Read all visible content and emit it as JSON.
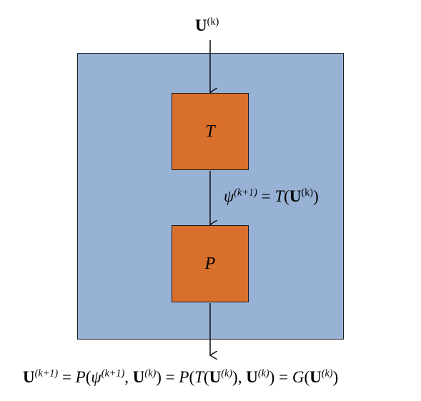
{
  "diagram": {
    "input_label": {
      "bold_symbol": "U",
      "superscript": "(k)"
    },
    "blocks": {
      "t_label": "T",
      "p_label": "P"
    },
    "intermediate_label": {
      "psi": "ψ",
      "psi_sup": "(k+1)",
      "equals": " = ",
      "func": "T",
      "open": "(",
      "bold_symbol": "U",
      "sup": "(k)",
      "close": ")"
    },
    "output_label": {
      "lhs_symbol": "U",
      "lhs_sup": "(k+1)",
      "eq1": " = ",
      "p1": "P",
      "p1_open": "(",
      "psi": "ψ",
      "psi_sup": "(k+1)",
      "comma1": ", ",
      "u1": "U",
      "u1_sup": "(k)",
      "p1_close": ")",
      "eq2": " = ",
      "p2": "P",
      "p2_open": "(",
      "t2": "T",
      "t2_open": "(",
      "u2": "U",
      "u2_sup": "(k)",
      "t2_close": ")",
      "comma2": ", ",
      "u3": "U",
      "u3_sup": "(k)",
      "p2_close": ")",
      "eq3": " = ",
      "g": "G",
      "g_open": "(",
      "u4": "U",
      "u4_sup": "(k)",
      "g_close": ")"
    },
    "colors": {
      "outer_box": "#98b2d6",
      "block_fill": "#d86f2c",
      "stroke": "#1a1a1a"
    }
  }
}
